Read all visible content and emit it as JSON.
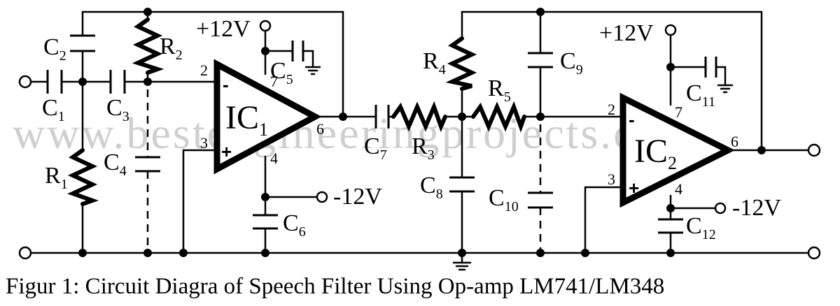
{
  "watermark": "www.bestengineeringprojects.com",
  "caption": "Figur 1: Circuit Diagra of Speech Filter Using Op-amp LM741/LM348",
  "supply_labels": {
    "pos1": "+12V",
    "neg1": "-12V",
    "pos2": "+12V",
    "neg2": "-12V"
  },
  "opamps": [
    {
      "base": "IC",
      "sub": "1",
      "pin_inv": "2",
      "pin_noninv": "3",
      "pin_out": "6",
      "pin_vpos": "7",
      "pin_vneg": "4",
      "sign_inv": "-",
      "sign_noninv": "+"
    },
    {
      "base": "IC",
      "sub": "2",
      "pin_inv": "2",
      "pin_noninv": "3",
      "pin_out": "6",
      "pin_vpos": "7",
      "pin_vneg": "4",
      "sign_inv": "-",
      "sign_noninv": "+"
    }
  ],
  "components": {
    "C1": {
      "base": "C",
      "sub": "1"
    },
    "C2": {
      "base": "C",
      "sub": "2"
    },
    "C3": {
      "base": "C",
      "sub": "3"
    },
    "C4": {
      "base": "C",
      "sub": "4"
    },
    "C5": {
      "base": "C",
      "sub": "5"
    },
    "C6": {
      "base": "C",
      "sub": "6"
    },
    "C7": {
      "base": "C",
      "sub": "7"
    },
    "C8": {
      "base": "C",
      "sub": "8"
    },
    "C9": {
      "base": "C",
      "sub": "9"
    },
    "C10": {
      "base": "C",
      "sub": "10"
    },
    "C11": {
      "base": "C",
      "sub": "11"
    },
    "C12": {
      "base": "C",
      "sub": "12"
    },
    "R1": {
      "base": "R",
      "sub": "1"
    },
    "R2": {
      "base": "R",
      "sub": "2"
    },
    "R3": {
      "base": "R",
      "sub": "3"
    },
    "R4": {
      "base": "R",
      "sub": "4"
    },
    "R5": {
      "base": "R",
      "sub": "5"
    }
  }
}
